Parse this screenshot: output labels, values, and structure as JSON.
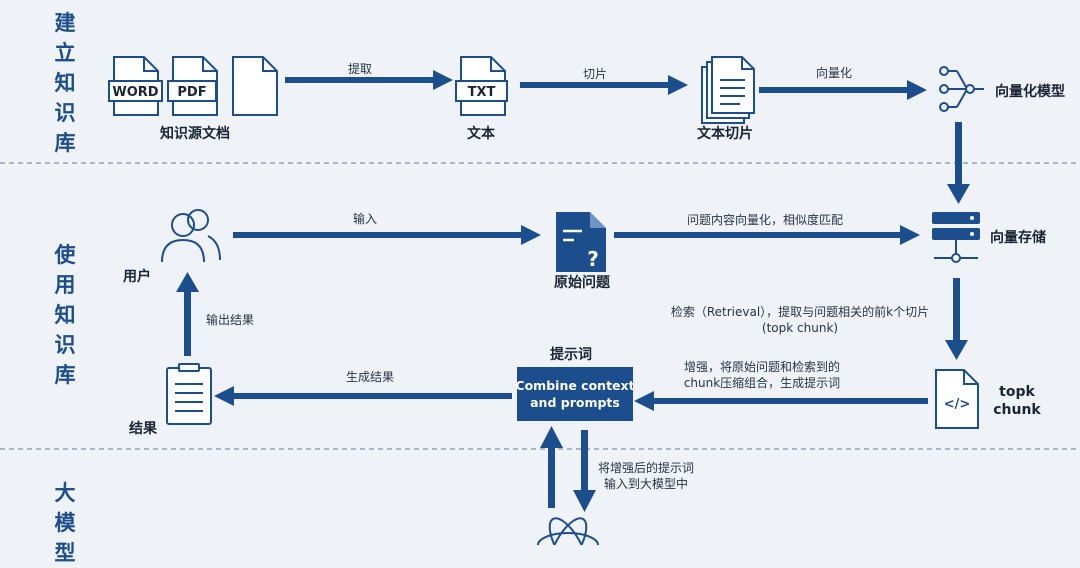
{
  "sections": {
    "build": "建立知识库",
    "use": "使用知识库",
    "llm": "大模型"
  },
  "source_docs": {
    "word": "WORD",
    "pdf": "PDF",
    "label": "知识源文档"
  },
  "text_node": {
    "badge": "TXT",
    "label": "文本"
  },
  "chunks_node": {
    "label": "文本切片"
  },
  "vector_model": {
    "label": "向量化模型"
  },
  "vector_store": {
    "label": "向量存储"
  },
  "user": {
    "label": "用户"
  },
  "question": {
    "label": "原始问题"
  },
  "prompt_box": {
    "title": "提示词",
    "line1": "Combine context",
    "line2": "and prompts"
  },
  "result": {
    "label": "结果"
  },
  "topk": {
    "line1": "topk",
    "line2": "chunk"
  },
  "edges": {
    "extract": "提取",
    "slice": "切片",
    "vectorize": "向量化",
    "input": "输入",
    "match": "问题内容向量化，相似度匹配",
    "retrieve_1": "检索（Retrieval），提取与问题相关的前k个切片",
    "retrieve_2": "(topk chunk)",
    "enhance_1": "增强，将原始问题和检索到的",
    "enhance_2": "chunk压缩组合，生成提示词",
    "generate": "生成结果",
    "output": "输出结果",
    "feed_1": "将增强后的提示词",
    "feed_2": "输入到大模型中"
  },
  "colors": {
    "primary": "#1c4d8c",
    "background": "#eff2f7",
    "divider": "#6b7a90"
  }
}
